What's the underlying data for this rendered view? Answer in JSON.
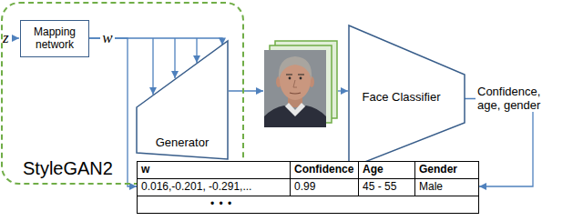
{
  "diagram": {
    "nodes": [
      {
        "text": [
          "StyleGAN2"
        ]
      },
      {
        "text": [
          "Mapping network"
        ],
        "in": 0
      },
      {
        "text": [
          "Generator"
        ],
        "in": 0
      },
      {
        "text": [
          "Face Classifier"
        ]
      },
      {
        "text": [
          "w",
          "Confidence",
          "Age",
          "Gender",
          "0.016,-0.201, -0.291,...",
          "0.99",
          "45 - 55",
          "Male",
          "• • •"
        ]
      }
    ],
    "edges": [
      {
        "from": 1,
        "to": 2,
        "label": "w",
        "arrow": "to"
      },
      {
        "from": 1,
        "to": 4,
        "arrow": "to"
      },
      {
        "from": 3,
        "to": 4,
        "label": "Confidence, age, gender",
        "arrow": "to"
      }
    ],
    "labels": [
      "z"
    ]
  }
}
